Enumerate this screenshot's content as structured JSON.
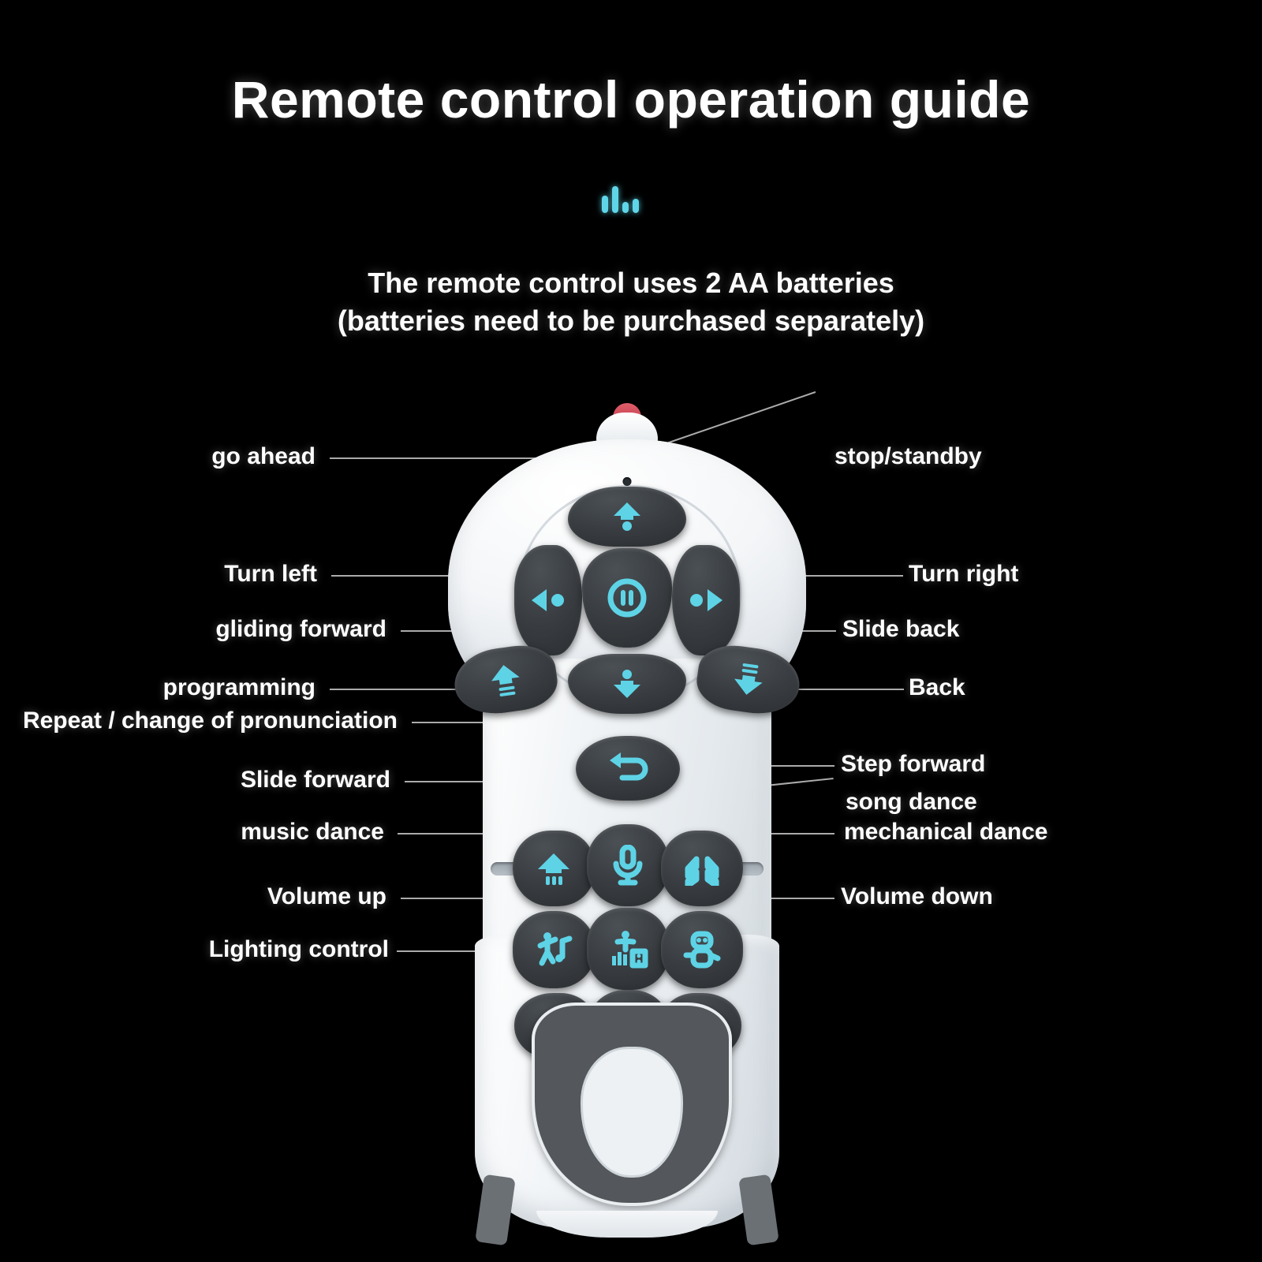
{
  "page": {
    "background_color": "#000000",
    "accent_color": "#5ed3e6",
    "text_color": "#ffffff"
  },
  "header": {
    "title": "Remote control operation guide",
    "decoration": "equalizer-bars-icon",
    "subtitle_line1": "The remote control uses 2 AA batteries",
    "subtitle_line2": "(batteries need to be purchased separately)"
  },
  "device": {
    "name": "remote-control",
    "tip": "infrared-emitter",
    "grip": "hand-grip-ring",
    "indicator": "led-indicator"
  },
  "callouts": {
    "left": [
      {
        "label": "go ahead",
        "icon": "arrow-up-dot-icon"
      },
      {
        "label": "Turn left",
        "icon": "turn-left-icon"
      },
      {
        "label": "gliding forward",
        "icon": "glide-forward-icon"
      },
      {
        "label": "programming",
        "icon": "loop-arrow-icon"
      },
      {
        "label": "Repeat / change of pronunciation",
        "icon": "microphone-icon"
      },
      {
        "label": "Slide forward",
        "icon": "slide-forward-icon"
      },
      {
        "label": "music dance",
        "icon": "music-dance-icon"
      },
      {
        "label": "Volume up",
        "icon": "volume-up-icon"
      },
      {
        "label": "Lighting control",
        "icon": "sparkle-icon"
      }
    ],
    "right": [
      {
        "label": "stop/standby",
        "icon": "pause-circle-icon"
      },
      {
        "label": "Turn right",
        "icon": "turn-right-icon"
      },
      {
        "label": "Slide back",
        "icon": "slide-back-icon"
      },
      {
        "label": "Back",
        "icon": "back-arrow-icon"
      },
      {
        "label": "Step forward",
        "icon": "double-chevron-up-icon"
      },
      {
        "label": "song dance",
        "icon": "song-dance-icon"
      },
      {
        "label": "mechanical dance",
        "icon": "robot-icon"
      },
      {
        "label": "Volume down",
        "icon": "volume-down-icon"
      }
    ]
  },
  "buttons": [
    {
      "name": "go-ahead-button",
      "icon": "arrow-up-dot-icon"
    },
    {
      "name": "turn-left-button",
      "icon": "turn-left-icon"
    },
    {
      "name": "stop-standby-button",
      "icon": "pause-circle-icon"
    },
    {
      "name": "turn-right-button",
      "icon": "turn-right-icon"
    },
    {
      "name": "go-back-button",
      "icon": "arrow-down-dot-icon"
    },
    {
      "name": "gliding-forward-button",
      "icon": "glide-forward-icon"
    },
    {
      "name": "slide-back-button",
      "icon": "slide-back-icon"
    },
    {
      "name": "programming-button",
      "icon": "loop-arrow-icon"
    },
    {
      "name": "slide-forward-button",
      "icon": "slide-forward-icon"
    },
    {
      "name": "repeat-pronunciation-button",
      "icon": "microphone-icon"
    },
    {
      "name": "step-forward-button",
      "icon": "double-chevron-up-icon"
    },
    {
      "name": "music-dance-button",
      "icon": "music-dance-icon"
    },
    {
      "name": "song-dance-button",
      "icon": "song-dance-icon"
    },
    {
      "name": "mechanical-dance-button",
      "icon": "robot-icon"
    },
    {
      "name": "volume-up-button",
      "icon": "volume-up-icon"
    },
    {
      "name": "lighting-control-button",
      "icon": "sparkle-icon"
    },
    {
      "name": "volume-down-button",
      "icon": "volume-down-icon"
    }
  ]
}
